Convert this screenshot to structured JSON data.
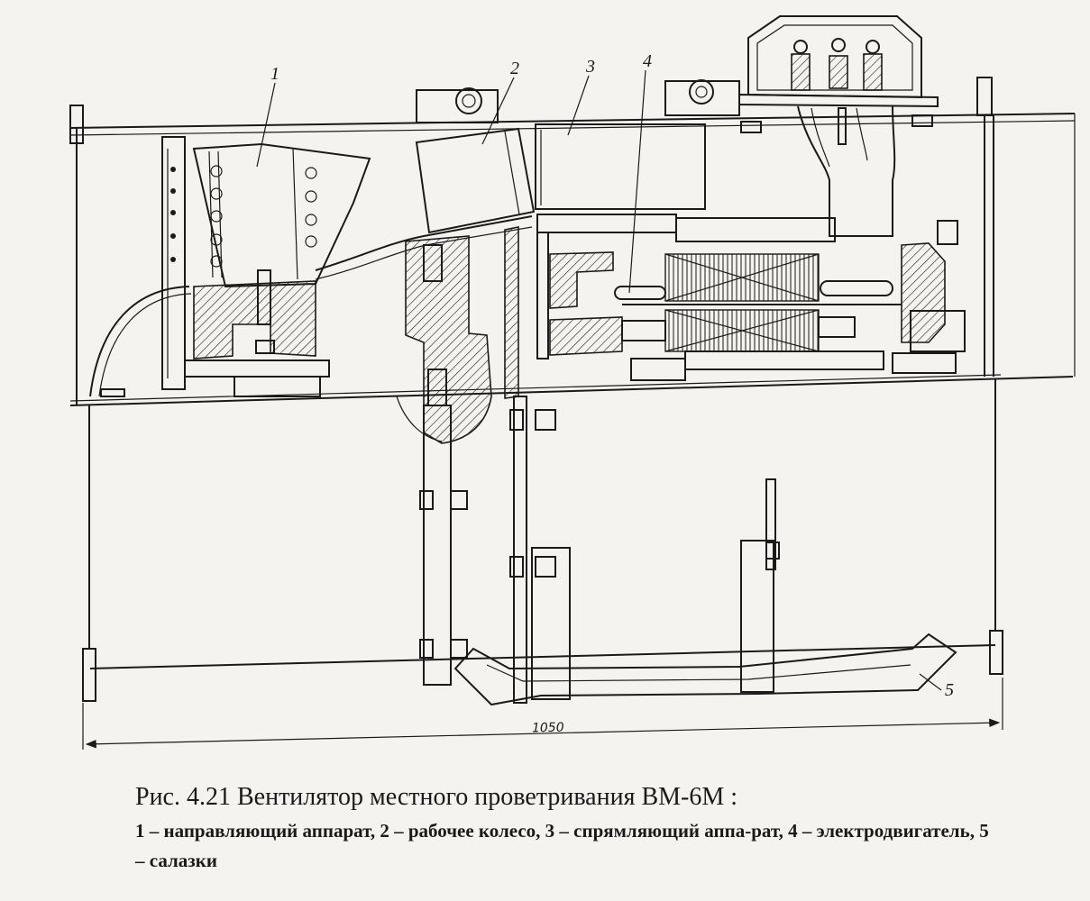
{
  "figure": {
    "part_labels": [
      "1",
      "2",
      "3",
      "4",
      "5"
    ],
    "dimension": "1050"
  },
  "caption": {
    "title": "Рис. 4.21  Вентилятор местного проветривания ВМ-6М :",
    "legend": "1 – направляющий аппарат, 2 – рабочее колесо, 3 – спрямляющий аппа-рат, 4 – электродвигатель, 5 – салазки"
  }
}
